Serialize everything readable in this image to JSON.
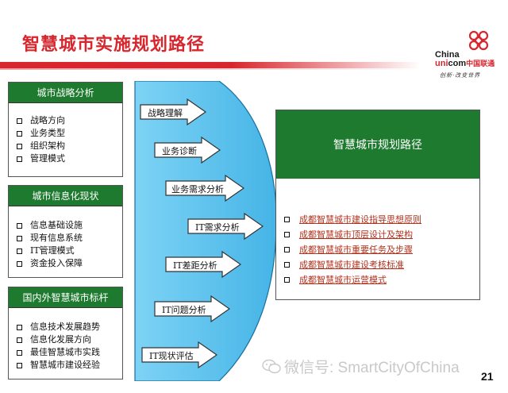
{
  "header": {
    "title": "智慧城市实施规划路径",
    "accent_color": "#d8262e"
  },
  "logo": {
    "text_a": "China",
    "text_b_red": "uni",
    "text_b": "com",
    "text_cn": "中国联通",
    "slogan": "创新·改变世界",
    "icon": "china-unicom-knot-icon"
  },
  "panels": [
    {
      "title": "城市战略分析",
      "items": [
        "战略方向",
        "业务类型",
        "组织架构",
        "管理模式"
      ]
    },
    {
      "title": "城市信息化现状",
      "items": [
        "信息基础设施",
        "现有信息系统",
        "IT管理模式",
        "资金投入保障"
      ]
    },
    {
      "title": "国内外智慧城市标杆",
      "items": [
        "信息技术发展趋势",
        "信息化发展方向",
        "最佳智慧城市实践",
        "智慧城市建设经验"
      ]
    }
  ],
  "steps": [
    "战略理解",
    "业务诊断",
    "业务需求分析",
    "IT需求分析",
    "IT差距分析",
    "IT问题分析",
    "IT现状评估"
  ],
  "main_box": {
    "title": "智慧城市规划路径",
    "items": [
      "成都智慧城市建设指导思想原则",
      "成都智慧城市顶层设计及架构",
      "成都智慧城市重要任务及步骤",
      "成都智慧城市建设考核标准",
      "成都智慧城市运营模式"
    ],
    "link_color": "#b3321e",
    "header_color": "#1e7a2e"
  },
  "footer": {
    "watermark": "微信号: SmartCityOfChina",
    "watermark_icon": "wechat-icon",
    "page_number": "21"
  },
  "colors": {
    "panel_green": "#1e7a2e",
    "funnel_blue": "#5bc0eb"
  }
}
